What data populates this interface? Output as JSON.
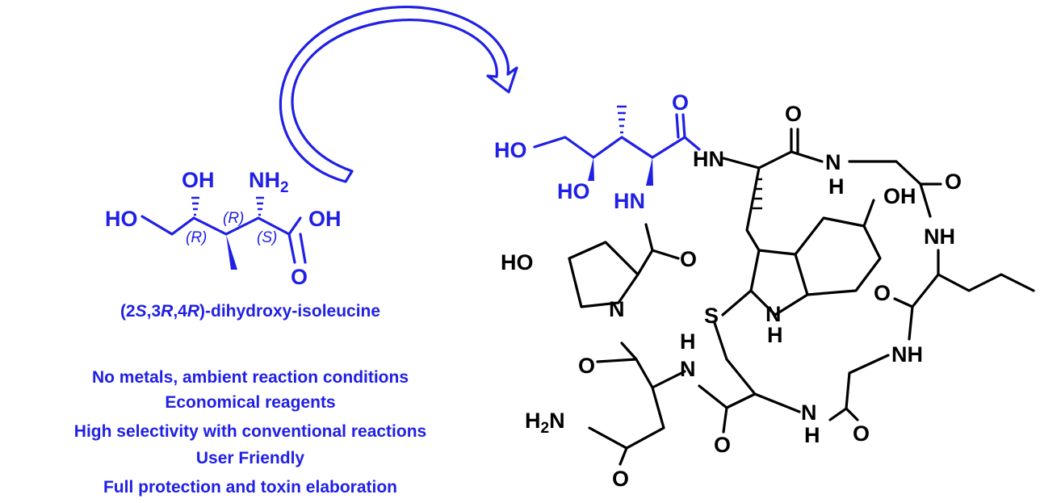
{
  "compound": {
    "name_parts": [
      "(2",
      "S",
      ",3",
      "R",
      ",4",
      "R",
      ")-dihydroxy-isoleucine"
    ],
    "labels": {
      "ho_left": "HO",
      "oh_top": "OH",
      "nh2_top": "NH",
      "nh2_sub": "2",
      "oh_acid": "OH",
      "o_acid": "O",
      "r1": "(R)",
      "r2": "(R)",
      "s1": "(S)"
    }
  },
  "features": [
    "No metals, ambient reaction conditions",
    "Economical reagents",
    "High selectivity with conventional reactions",
    "User Friendly",
    "Full protection and toxin elaboration"
  ],
  "toxin": {
    "blue_labels": {
      "ho1": "HO",
      "ho2": "HO",
      "hn": "HN",
      "o_top": "O"
    },
    "black_labels": {
      "hn_left": "HN",
      "o_top2": "O",
      "n1": "N",
      "h1": "H",
      "o_right1": "O",
      "oh_phenol": "OH",
      "nh_right": "NH",
      "o_ile": "O",
      "nh_lower": "NH",
      "o_pro": "O",
      "ho_pro": "HO",
      "n_pro": "N",
      "s_link": "S",
      "nh_indole": "N",
      "h_indole": "H",
      "h_mid": "H",
      "n_mid": "N",
      "o_asn1": "O",
      "h2n": "H",
      "h2n_sub": "2",
      "h2n_n": "N",
      "o_asn2": "O",
      "o_mid": "O",
      "n_low": "N",
      "h_low": "H",
      "o_low": "O"
    }
  },
  "colors": {
    "accent": "#1f1fe6",
    "ink": "#000000"
  }
}
